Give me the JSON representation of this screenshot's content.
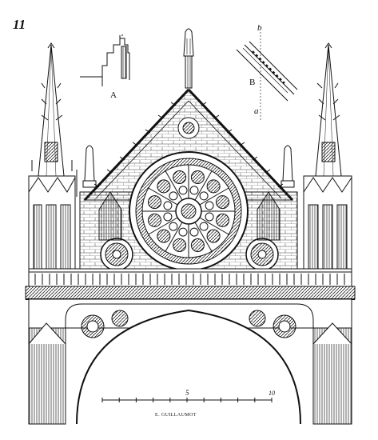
{
  "figure": {
    "plate_number": "11",
    "detail_labels": {
      "a_section": "A",
      "b_molding": "B",
      "b_top_mark": "b",
      "b_bottom_mark": "a"
    },
    "scale_bar": {
      "mid_label": "5",
      "end_label": "10",
      "ticks": 10
    },
    "signature": "E. GUILLAUMOT"
  }
}
